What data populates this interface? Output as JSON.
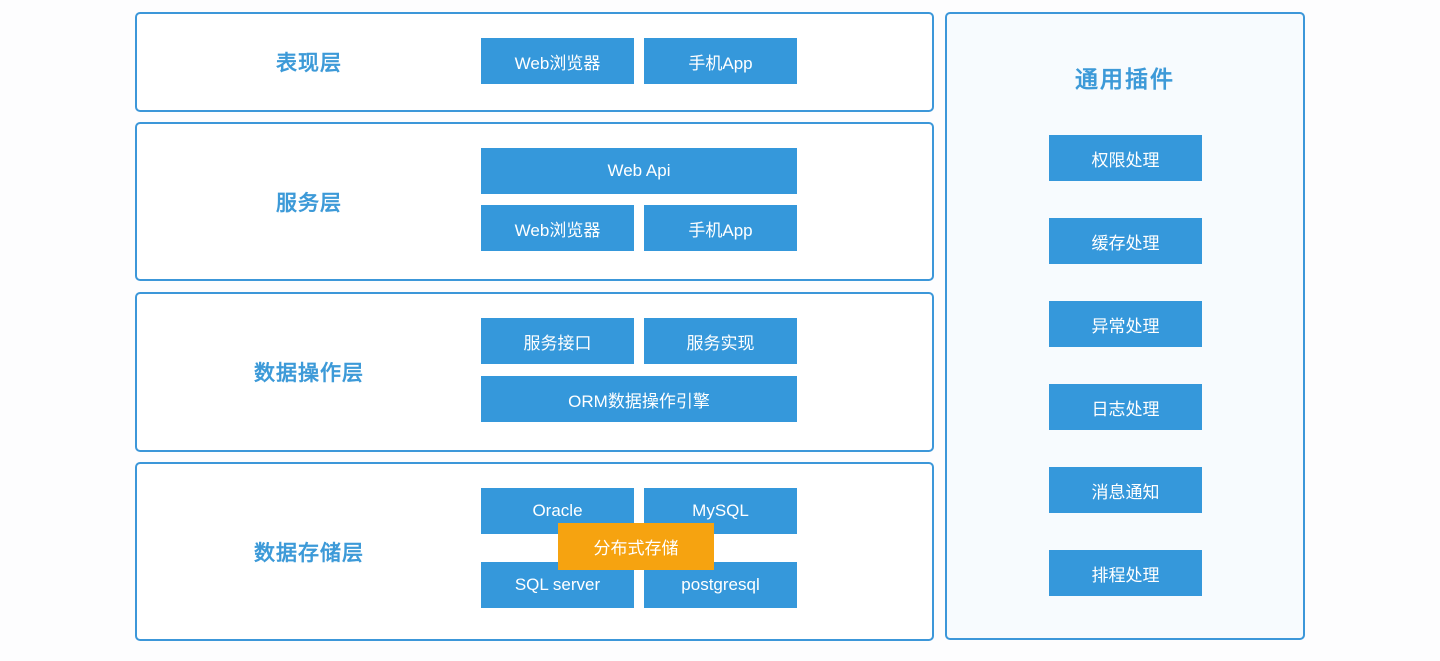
{
  "palette": {
    "button_blue": "#3598db",
    "border_blue": "#3c97d9",
    "title_blue": "#3d9ad8",
    "overlay_orange": "#f6a310",
    "panel_bg": "#f7fbfe",
    "button_text": "#ffffff"
  },
  "layers": [
    {
      "id": "presentation",
      "title": "表现层",
      "buttons": [
        {
          "label": "Web浏览器"
        },
        {
          "label": "手机App"
        }
      ]
    },
    {
      "id": "service",
      "title": "服务层",
      "buttons": [
        {
          "label": "Web Api"
        },
        {
          "label": "Web浏览器"
        },
        {
          "label": "手机App"
        }
      ]
    },
    {
      "id": "data-operation",
      "title": "数据操作层",
      "buttons": [
        {
          "label": "服务接口"
        },
        {
          "label": "服务实现"
        },
        {
          "label": "ORM数据操作引擎"
        }
      ]
    },
    {
      "id": "data-storage",
      "title": "数据存储层",
      "buttons": [
        {
          "label": "Oracle"
        },
        {
          "label": "MySQL"
        },
        {
          "label": "SQL server"
        },
        {
          "label": "postgresql"
        }
      ],
      "overlay": {
        "label": "分布式存储"
      }
    }
  ],
  "plugins_panel": {
    "title": "通用插件",
    "items": [
      {
        "label": "权限处理"
      },
      {
        "label": "缓存处理"
      },
      {
        "label": "异常处理"
      },
      {
        "label": "日志处理"
      },
      {
        "label": "消息通知"
      },
      {
        "label": "排程处理"
      }
    ]
  }
}
